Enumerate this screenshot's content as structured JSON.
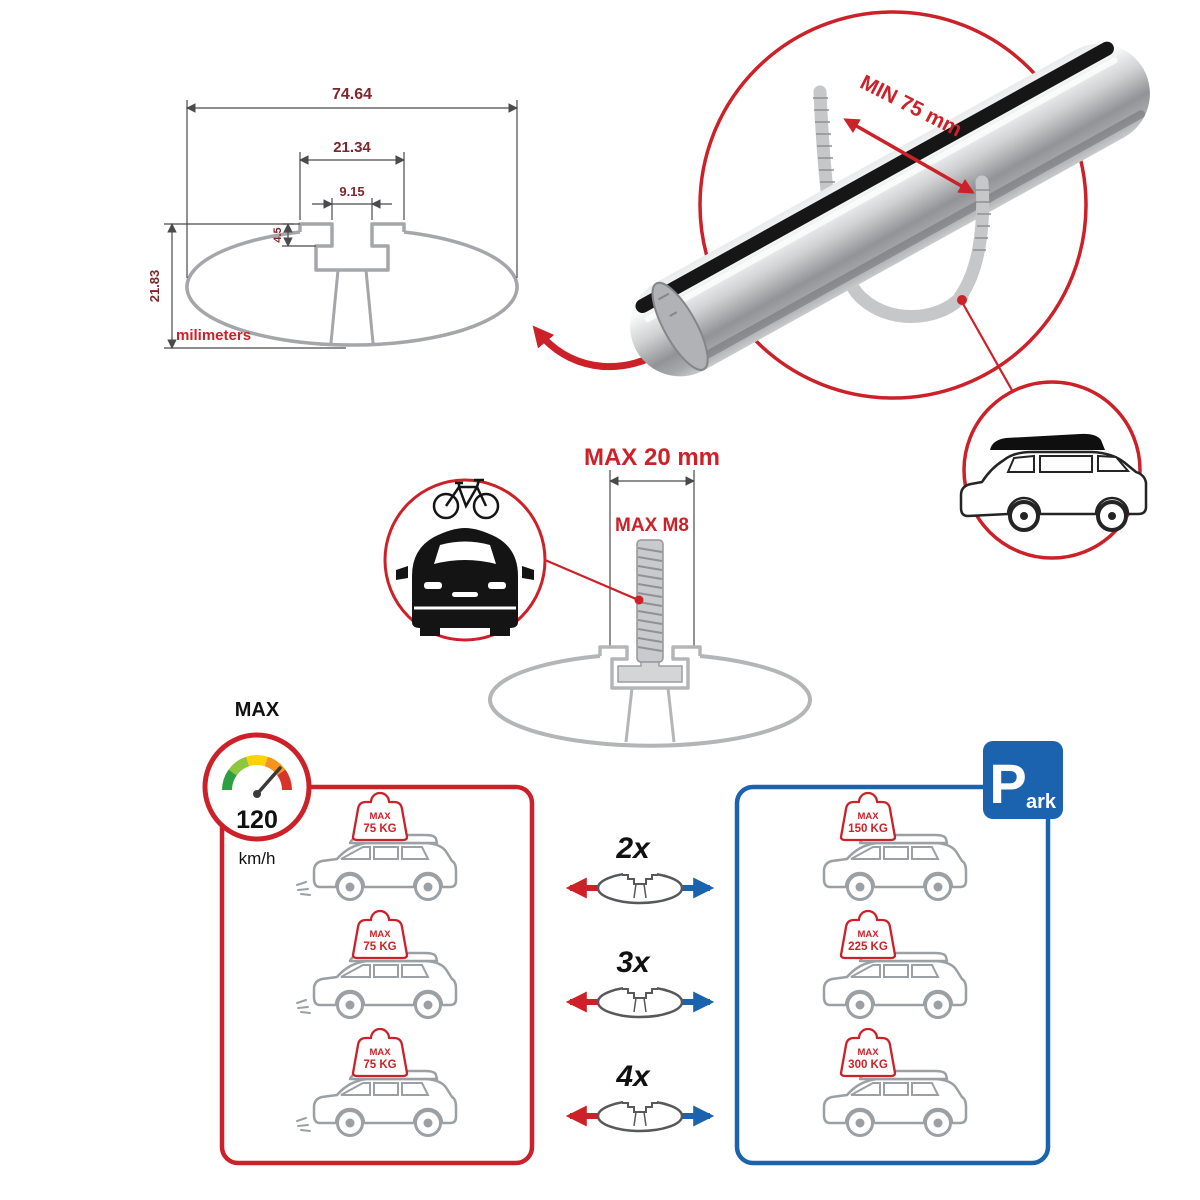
{
  "colors": {
    "accent_red": "#cc2128",
    "accent_blue": "#1b63ae",
    "metal_gray": "#a7a9ac",
    "text_dark": "#231f20",
    "dim_text": "#7e2629"
  },
  "profile_dimensions": {
    "total_width": "74.64",
    "slot_outer_width": "21.34",
    "slot_inner_width": "9.15",
    "lip_depth": "4.5",
    "total_height": "21.83",
    "units": "milimeters"
  },
  "clamp_detail": {
    "min_width": "MIN 75 mm"
  },
  "bolt_detail": {
    "max_length": "MAX 20 mm",
    "max_thread": "MAX M8"
  },
  "speed_limit": {
    "label": "MAX",
    "value": "120",
    "unit": "km/h"
  },
  "park_sign": {
    "initial": "P",
    "rest": "ark"
  },
  "load_chart": {
    "rows": [
      {
        "multiplier": "2x",
        "left_max": "MAX",
        "left_kg": "75 KG",
        "right_max": "MAX",
        "right_kg": "150 KG"
      },
      {
        "multiplier": "3x",
        "left_max": "MAX",
        "left_kg": "75 KG",
        "right_max": "MAX",
        "right_kg": "225 KG"
      },
      {
        "multiplier": "4x",
        "left_max": "MAX",
        "left_kg": "75 KG",
        "right_max": "MAX",
        "right_kg": "300 KG"
      }
    ]
  }
}
